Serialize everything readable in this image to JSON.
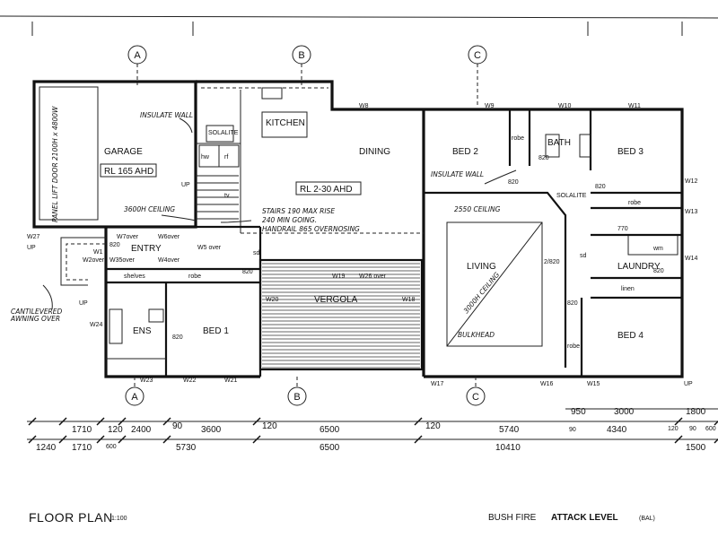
{
  "grid_markers": {
    "a_top": "A",
    "b_top": "B",
    "c_top": "C",
    "a_bottom": "A",
    "b_bottom": "B",
    "c_bottom": "C"
  },
  "rooms": {
    "garage": "GARAGE",
    "garage_rl": "RL 165 AHD",
    "kitchen": "KITCHEN",
    "dining": "DINING",
    "dining_rl": "RL 2-30 AHD",
    "bed2": "BED 2",
    "bath": "BATH",
    "bed3": "BED 3",
    "entry": "ENTRY",
    "living": "LIVING",
    "laundry": "LAUNDRY",
    "vergola": "VERGOLA",
    "ens": "ENS",
    "bed1": "BED 1",
    "bed4": "BED 4"
  },
  "labels": {
    "hw": "hw",
    "rf": "rf",
    "tv": "tv",
    "robe1": "robe",
    "robe2": "robe",
    "robe3": "robe",
    "robe4": "robe",
    "shelves": "shelves",
    "linen": "linen",
    "wm": "wm",
    "sd1": "sd",
    "sd2": "sd",
    "up1": "UP",
    "up2": "UP",
    "up3": "UP",
    "up4": "UP",
    "solalite1": "SOLALITE",
    "solalite2": "SOLALITE",
    "bulkhead": "BULKHEAD"
  },
  "windows": {
    "w8": "W8",
    "w9": "W9",
    "w10": "W10",
    "w11": "W11",
    "w12": "W12",
    "w13": "W13",
    "w14": "W14",
    "w15": "W15",
    "w16": "W16",
    "w17": "W17",
    "w18": "W18",
    "w19": "W19",
    "w20": "W20",
    "w21": "W21",
    "w22": "W22",
    "w23": "W23",
    "w24": "W24",
    "w26": "W26 over",
    "w27": "W27",
    "w1": "W1",
    "w2": "W2over",
    "w3": "W3over",
    "w4": "W4over",
    "w5": "W5 over",
    "w6": "W6over",
    "w7": "W7over",
    "w35": "W35over"
  },
  "doors": {
    "d820a": "820",
    "d820b": "820",
    "d820c": "820",
    "d820d": "820",
    "d820e": "820",
    "d820f": "820",
    "d820g": "820",
    "d820h": "820",
    "d770": "770",
    "d2820": "2/820"
  },
  "annotations": {
    "insulate_wall_1": "INSULATE WALL",
    "insulate_wall_2": "INSULATE WALL",
    "panel_lift_door": "PANEL LIFT DOOR 2100H x 4800W",
    "ceiling_3600": "3600H CEILING",
    "stairs_1": "STAIRS 190 MAX RISE",
    "stairs_2": "240 MIN GOING.",
    "stairs_3": "HANDRAIL 865 OVERNOSING",
    "ceiling_2550": "2550 CEILING",
    "ceiling_3000": "3000H CEILING",
    "cantilevered_1": "CANTILEVERED",
    "cantilevered_2": "AWNING OVER"
  },
  "dimensions": {
    "row1": [
      "1710",
      "120",
      "2400",
      "90",
      "3600",
      "120",
      "6500",
      "120",
      "5740"
    ],
    "row1_right": [
      "950",
      "3000",
      "1800"
    ],
    "row2": [
      "1240",
      "1710",
      "600",
      "5730",
      "6500",
      "10410"
    ],
    "row2_right": [
      "90",
      "4340",
      "120",
      "1500",
      "90",
      "600"
    ]
  },
  "footer": {
    "title": "FLOOR PLAN",
    "scale": "1:100",
    "bal_prefix": "BUSH FIRE",
    "bal_strong": "ATTACK LEVEL",
    "bal_suffix": "(BAL)"
  }
}
